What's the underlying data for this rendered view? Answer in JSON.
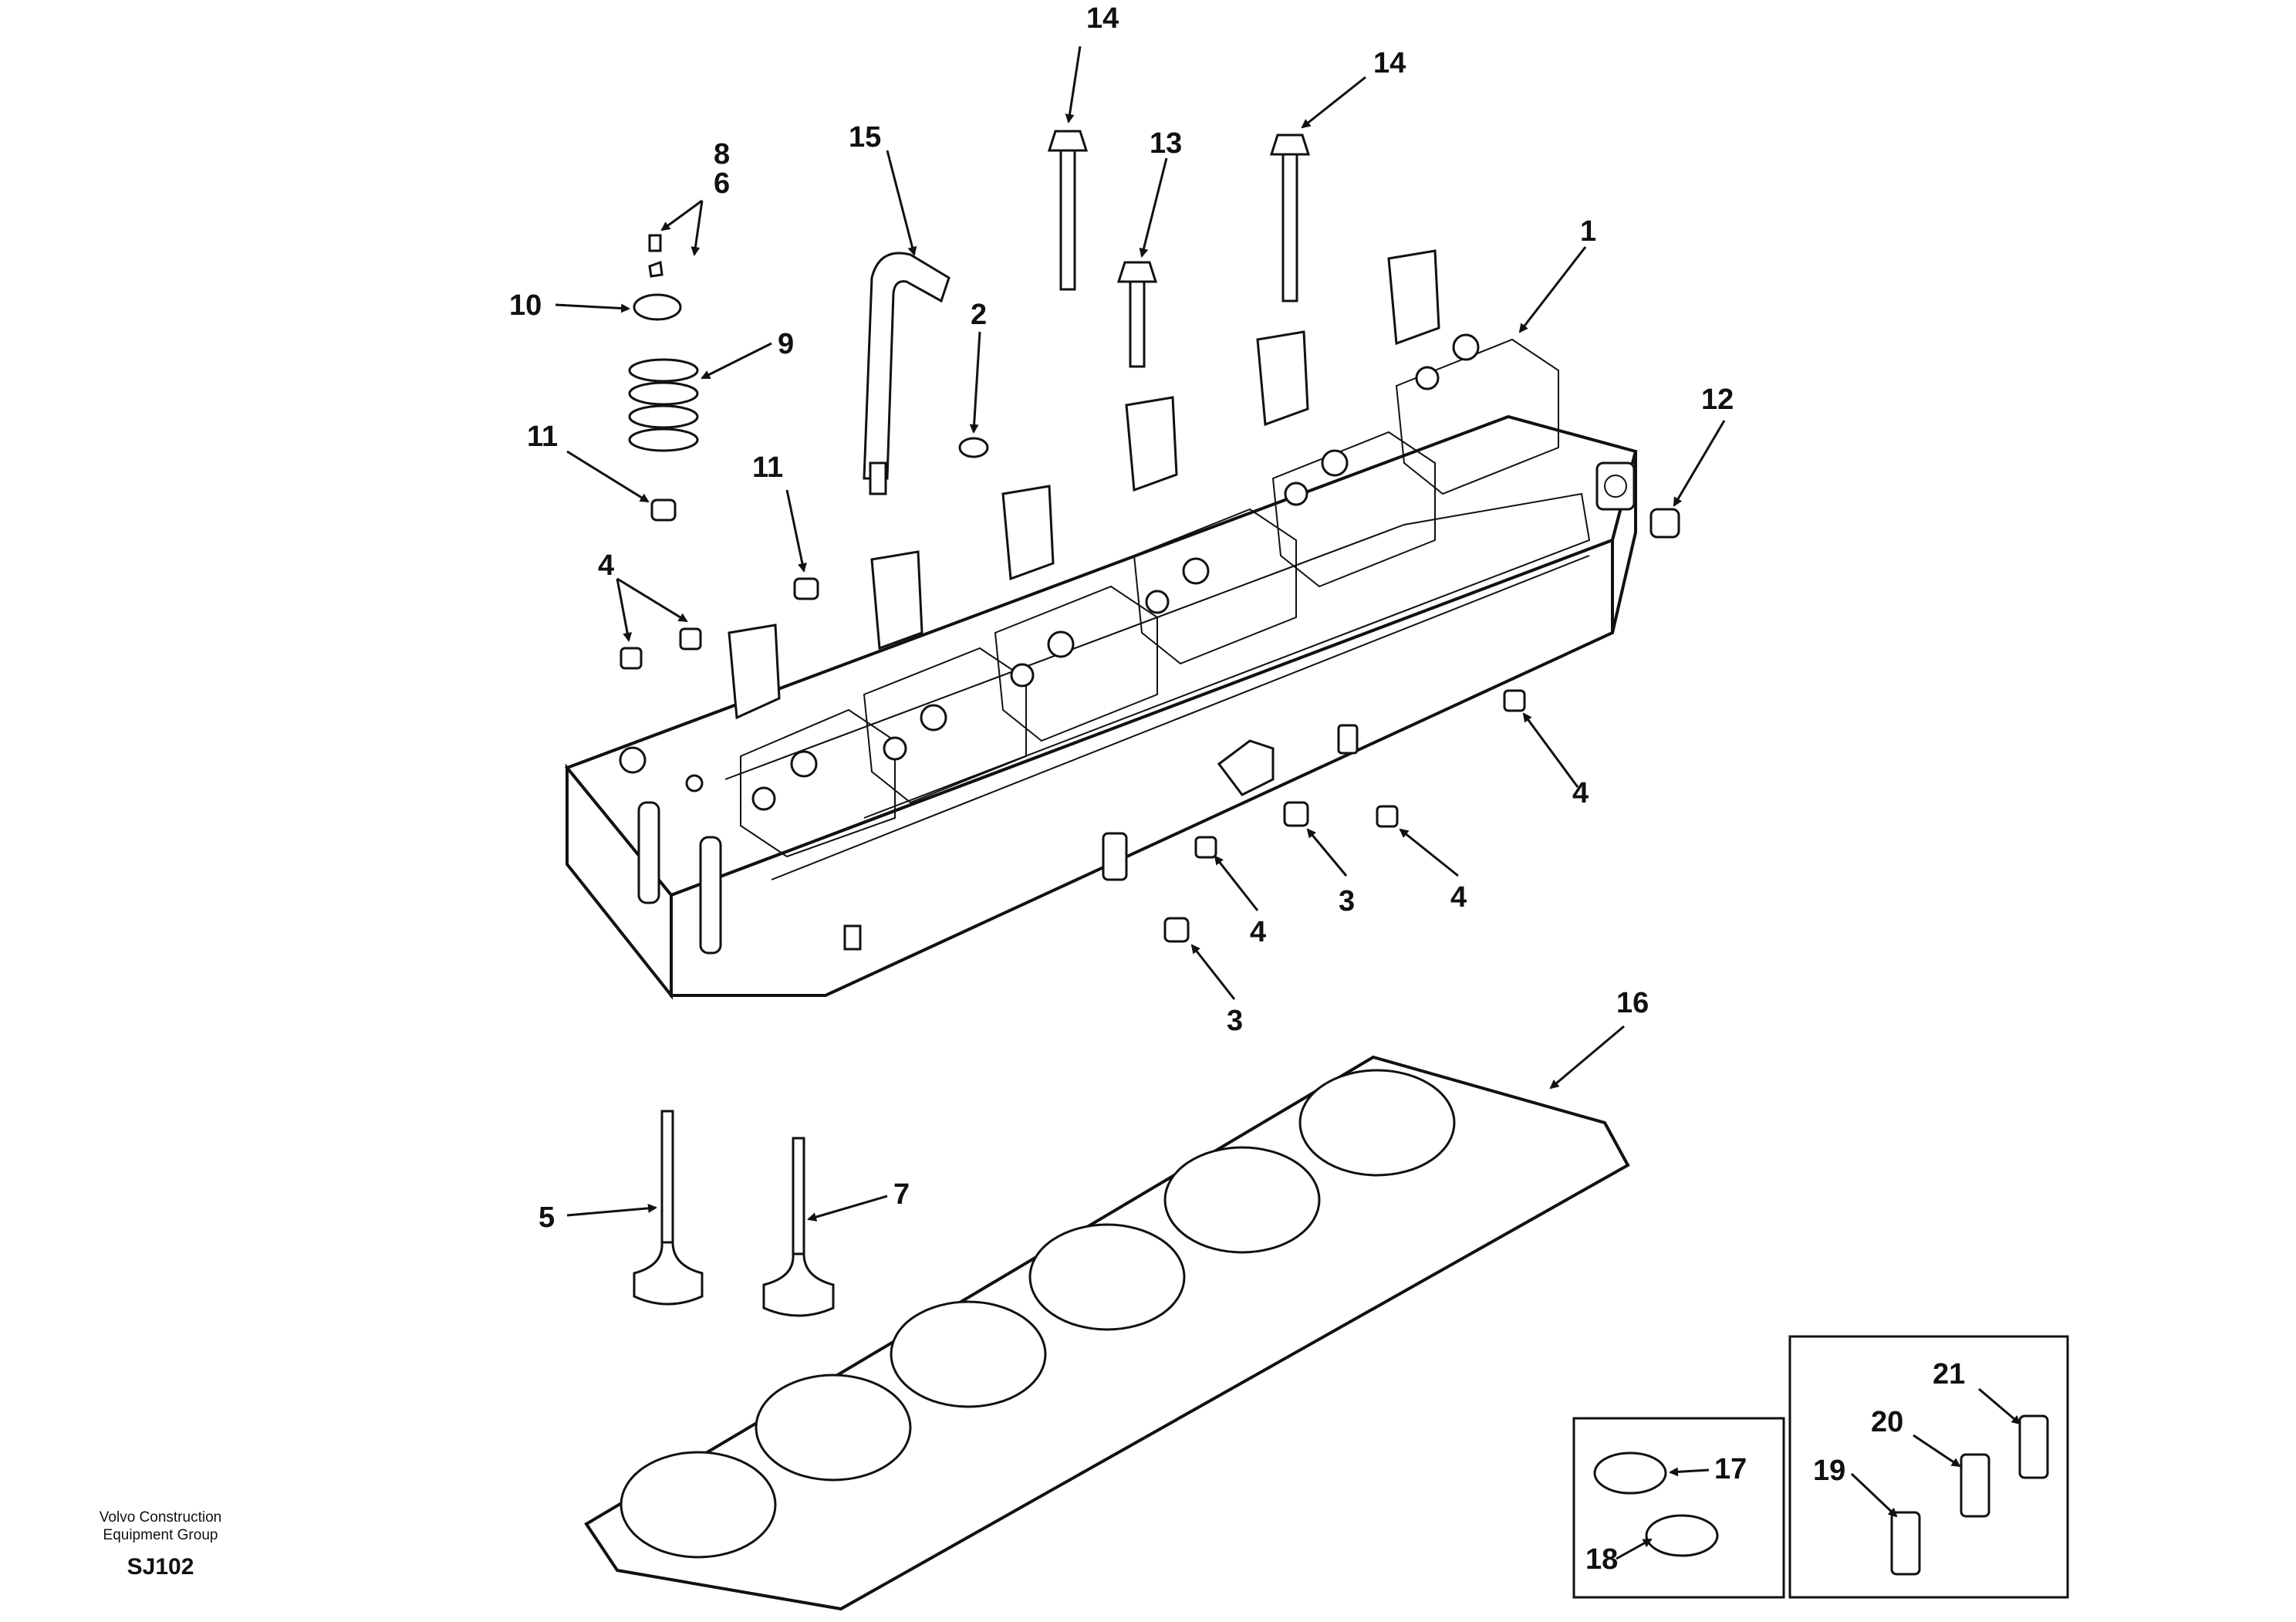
{
  "callouts": {
    "c1": "1",
    "c2": "2",
    "c3a": "3",
    "c3b": "3",
    "c4a": "4",
    "c4b": "4",
    "c4c": "4",
    "c4d": "4",
    "c5": "5",
    "c6": "6",
    "c7": "7",
    "c8": "8",
    "c9": "9",
    "c10": "10",
    "c11a": "11",
    "c11b": "11",
    "c12": "12",
    "c13": "13",
    "c14a": "14",
    "c14b": "14",
    "c15": "15",
    "c16": "16",
    "c17": "17",
    "c18": "18",
    "c19": "19",
    "c20": "20",
    "c21": "21"
  },
  "footer": {
    "line1": "Volvo Construction",
    "line2": "Equipment Group",
    "code": "SJ102"
  }
}
